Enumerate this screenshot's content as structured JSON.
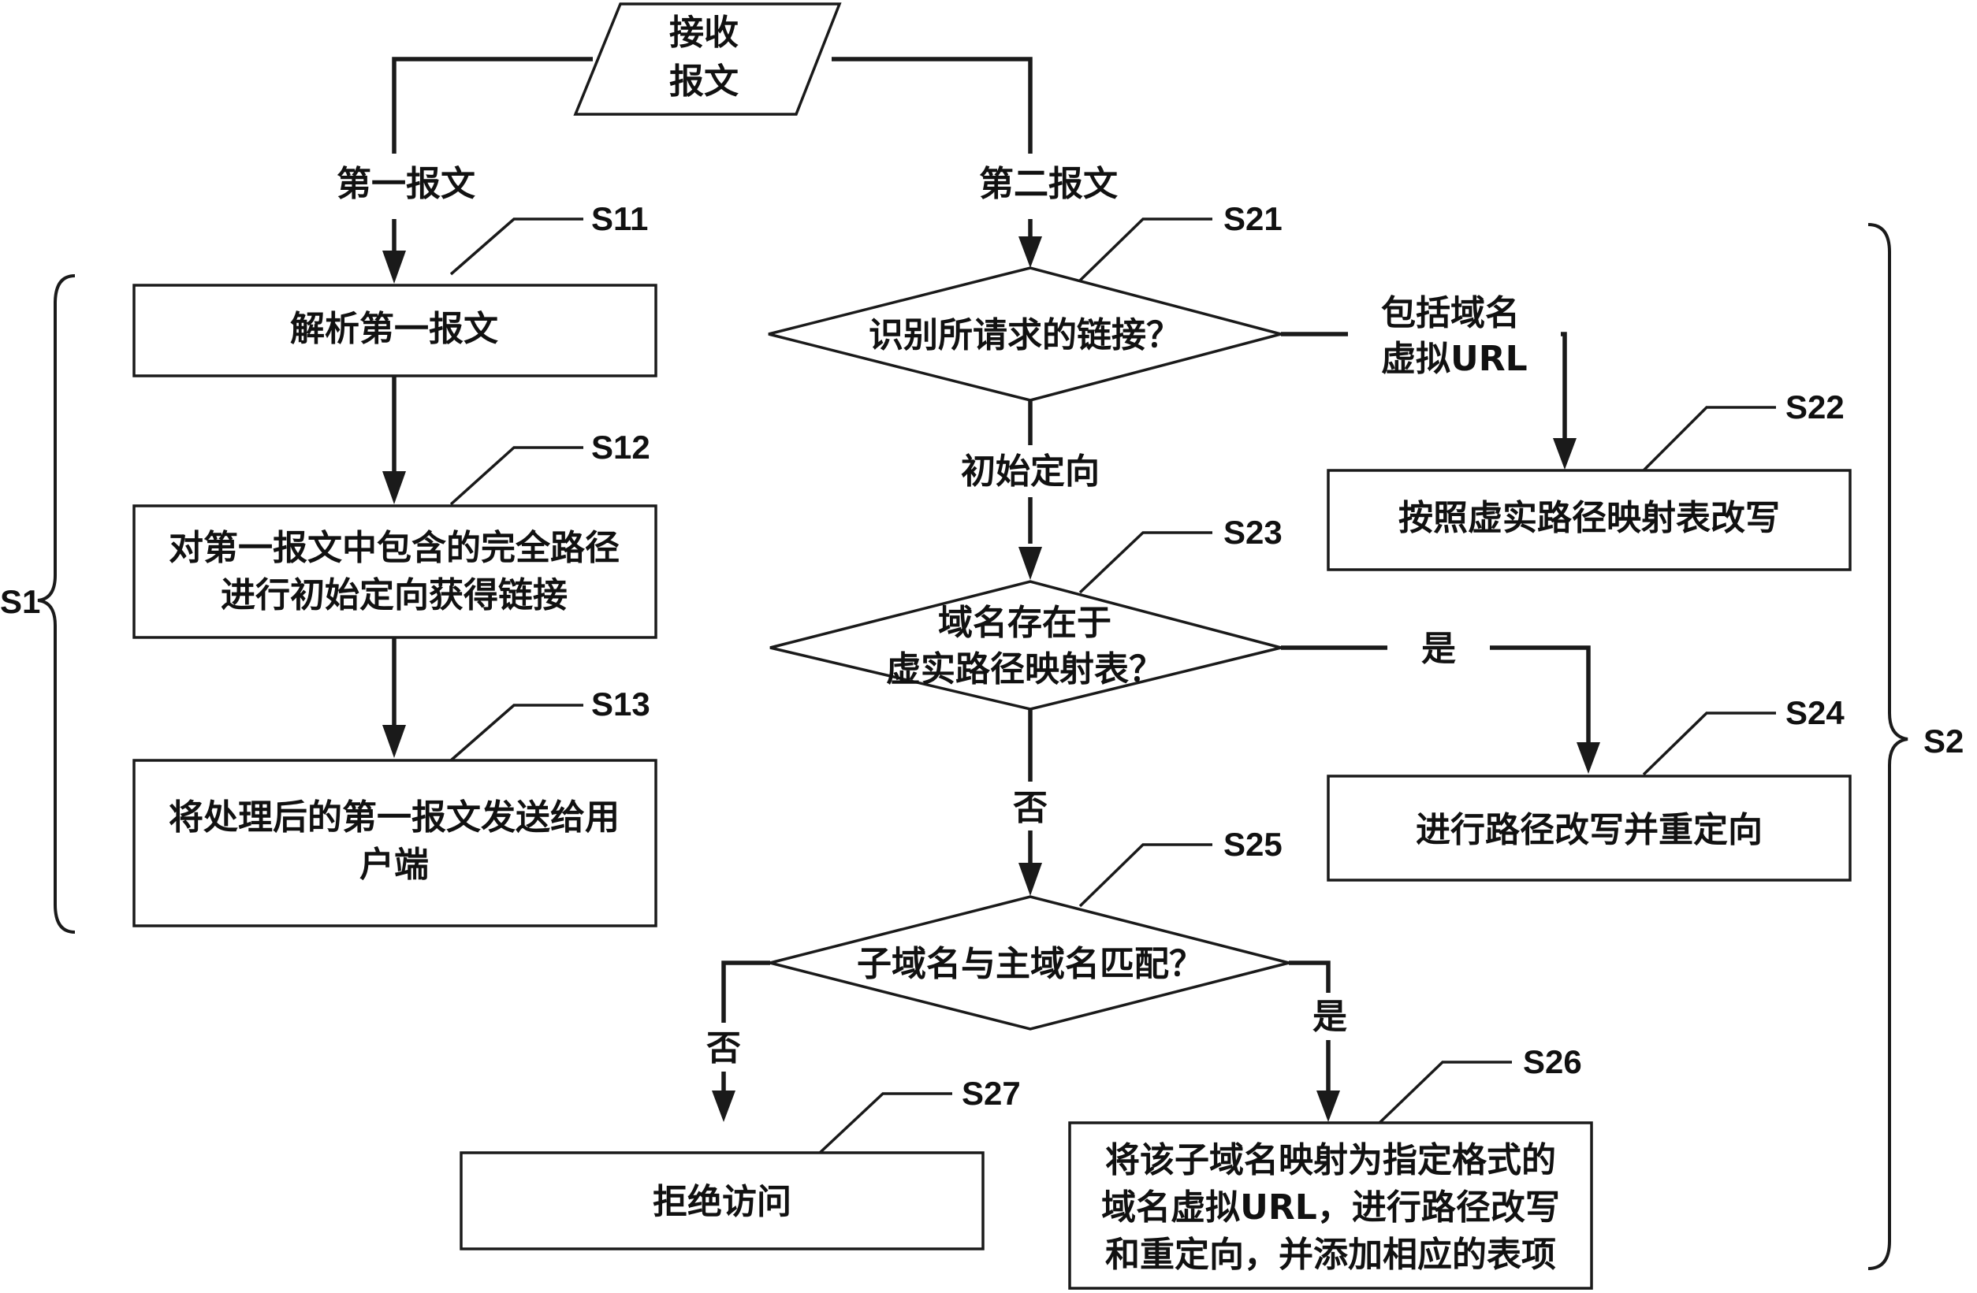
{
  "nodes": {
    "receive": [
      "接收",
      "报文"
    ],
    "s11": [
      "解析第一报文"
    ],
    "s12": [
      "对第一报文中包含的完全路径",
      "进行初始定向获得链接"
    ],
    "s13": [
      "将处理后的第一报文发送给用",
      "户端"
    ],
    "s21": [
      "识别所请求的链接？"
    ],
    "s22": [
      "按照虚实路径映射表改写"
    ],
    "s23": [
      "域名存在于",
      "虚实路径映射表？"
    ],
    "s24": [
      "进行路径改写并重定向"
    ],
    "s25": [
      "子域名与主域名匹配？"
    ],
    "s26": [
      "将该子域名映射为指定格式的",
      "域名虚拟URL，进行路径改写",
      "和重定向，并添加相应的表项"
    ],
    "s27": [
      "拒绝访问"
    ]
  },
  "edge_labels": {
    "first_msg": "第一报文",
    "second_msg": "第二报文",
    "virtual_url": [
      "包括域名",
      "虚拟URL"
    ],
    "initial": "初始定向",
    "yes_s23": "是",
    "no_s23": "否",
    "no_s25": "否",
    "yes_s25": "是"
  },
  "steps": {
    "s11": "S11",
    "s12": "S12",
    "s13": "S13",
    "s21": "S21",
    "s22": "S22",
    "s23": "S23",
    "s24": "S24",
    "s25": "S25",
    "s26": "S26",
    "s27": "S27",
    "s1": "S1",
    "s2": "S2"
  }
}
